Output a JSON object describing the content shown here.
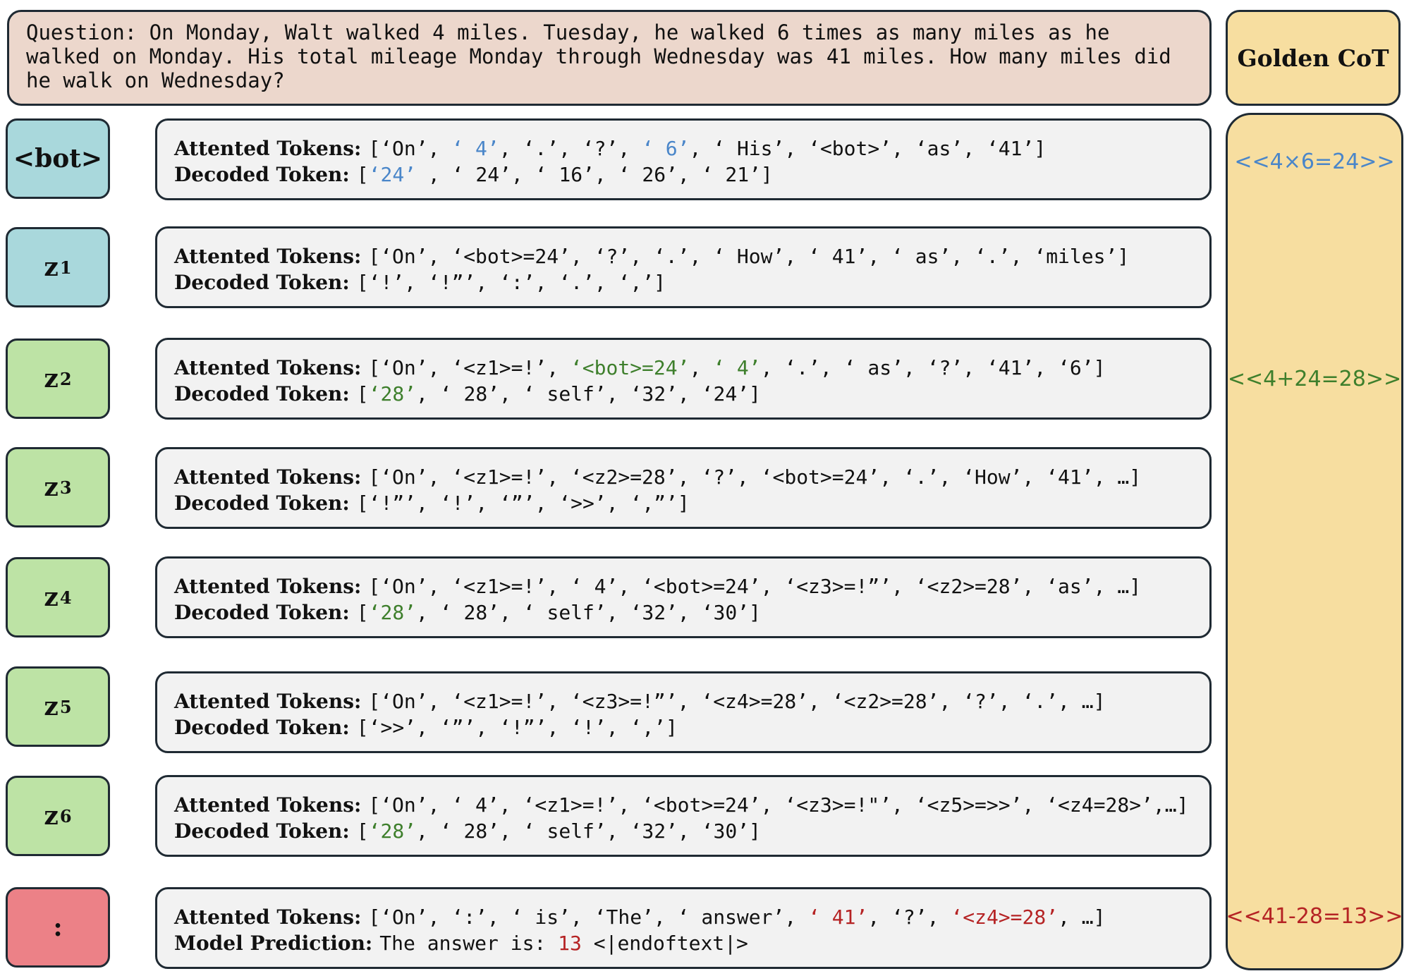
{
  "question": "Question: On Monday, Walt walked 4 miles. Tuesday, he walked 6 times as many miles as he walked on Monday. His total mileage Monday through Wednesday was 41 miles. How many miles did he walk on Wednesday?",
  "golden": {
    "header": "Golden CoT",
    "steps": [
      "<<4×6=24>>",
      "<<4+24=28>>",
      "<<41-28=13>>"
    ]
  },
  "labels": {
    "attended": "Attented Tokens:",
    "decoded": "Decoded Token:",
    "prediction": "Model Prediction:"
  },
  "colors": {
    "blue": "#4a86c9",
    "green": "#3e7f2c",
    "red": "#b52324",
    "teal_box": "#a9d8dc",
    "green_box": "#bde3a5",
    "red_box": "#ec8187",
    "golden": "#f7dea0",
    "question_bg": "#ecd7cc"
  },
  "rows": [
    {
      "label": "<bot>",
      "label_sub": "",
      "color": "teal",
      "attended": [
        {
          "t": "[‘On’, "
        },
        {
          "t": "‘ 4’",
          "c": "blue"
        },
        {
          "t": ", ‘.’, ‘?’, "
        },
        {
          "t": "‘ 6’",
          "c": "blue"
        },
        {
          "t": ", ‘ His’, ‘<bot>’, ‘as’, ‘41’]"
        }
      ],
      "decoded": [
        {
          "t": "["
        },
        {
          "t": "‘24’",
          "c": "blue"
        },
        {
          "t": " , ‘ 24’, ‘ 16’, ‘ 26’, ‘ 21’]"
        }
      ]
    },
    {
      "label": "z",
      "label_sub": "1",
      "color": "teal",
      "attended": [
        {
          "t": "[‘On’, ‘<bot>=24’, ‘?’, ‘.’, ‘ How’, ‘ 41’, ‘ as’, ‘.’, ‘miles’]"
        }
      ],
      "decoded": [
        {
          "t": "[‘!’, ‘!”’, ‘:’, ‘.’, ‘,’]"
        }
      ]
    },
    {
      "label": "z",
      "label_sub": "2",
      "color": "green",
      "attended": [
        {
          "t": "[‘On’, ‘<z1>=!’, "
        },
        {
          "t": "‘<bot>=24’",
          "c": "grn"
        },
        {
          "t": ", "
        },
        {
          "t": "‘ 4’",
          "c": "grn"
        },
        {
          "t": ", ‘.’, ‘ as’, ‘?’, ‘41’, ‘6’]"
        }
      ],
      "decoded": [
        {
          "t": "["
        },
        {
          "t": "‘28’",
          "c": "grn"
        },
        {
          "t": ", ‘ 28’, ‘ self’, ‘32’, ‘24’]"
        }
      ]
    },
    {
      "label": "z",
      "label_sub": "3",
      "color": "green",
      "attended": [
        {
          "t": "[‘On’, ‘<z1>=!’, ‘<z2>=28’, ‘?’, ‘<bot>=24’, ‘.’, ‘How’, ‘41’, …]"
        }
      ],
      "decoded": [
        {
          "t": "[‘!”’, ‘!’, ‘”’, ‘>>’, ‘,”’]"
        }
      ]
    },
    {
      "label": "z",
      "label_sub": "4",
      "color": "green",
      "attended": [
        {
          "t": "[‘On’, ‘<z1>=!’, ‘ 4’, ‘<bot>=24’, ‘<z3>=!”’, ‘<z2>=28’, ‘as’, …]"
        }
      ],
      "decoded": [
        {
          "t": "["
        },
        {
          "t": "‘28’",
          "c": "grn"
        },
        {
          "t": ", ‘ 28’, ‘ self’, ‘32’, ‘30’]"
        }
      ]
    },
    {
      "label": "z",
      "label_sub": "5",
      "color": "green",
      "attended": [
        {
          "t": "[‘On’, ‘<z1>=!’, ‘<z3>=!”’, ‘<z4>=28’, ‘<z2>=28’, ‘?’, ‘.’, …]"
        }
      ],
      "decoded": [
        {
          "t": "[‘>>’, ‘”’, ‘!”’, ‘!’, ‘,’]"
        }
      ]
    },
    {
      "label": "z",
      "label_sub": "6",
      "color": "green",
      "attended": [
        {
          "t": "[‘On’, ‘ 4’, ‘<z1>=!’, ‘<bot>=24’, ‘<z3>=!\"’, ‘<z5>=>>’, ‘<z4=28>’,…]"
        }
      ],
      "decoded": [
        {
          "t": "["
        },
        {
          "t": "‘28’",
          "c": "grn"
        },
        {
          "t": ", ‘ 28’, ‘ self’, ‘32’, ‘30’]"
        }
      ]
    },
    {
      "label": ":",
      "label_sub": "",
      "color": "red",
      "attended": [
        {
          "t": "[‘On’, ‘:’, ‘ is’, ‘The’, ‘ answer’, "
        },
        {
          "t": "‘ 41’",
          "c": "rd"
        },
        {
          "t": ", ‘?’, "
        },
        {
          "t": "‘<z4>=28’",
          "c": "rd"
        },
        {
          "t": ", …]"
        }
      ],
      "prediction": [
        {
          "t": "The answer is: "
        },
        {
          "t": "13",
          "c": "rd"
        },
        {
          "t": " <|endoftext|>"
        }
      ]
    }
  ]
}
